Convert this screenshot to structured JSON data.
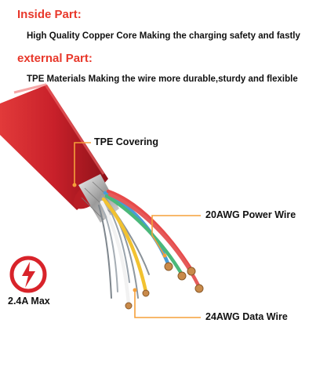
{
  "inside": {
    "heading": "Inside Part:",
    "text": "High Quality Copper Core Making the charging safety and fastly"
  },
  "external": {
    "heading": "external Part:",
    "text": "TPE Materials Making the wire more durable,sturdy and flexible"
  },
  "callouts": {
    "covering": "TPE Covering",
    "power": "20AWG Power Wire",
    "data": "24AWG Data Wire"
  },
  "badge": {
    "label": "2.4A Max",
    "icon": "lightning-icon"
  },
  "colors": {
    "heading": "#e8382b",
    "cable": "#c8202a",
    "callout_line": "#f5a03a",
    "badge": "#d8232a"
  }
}
